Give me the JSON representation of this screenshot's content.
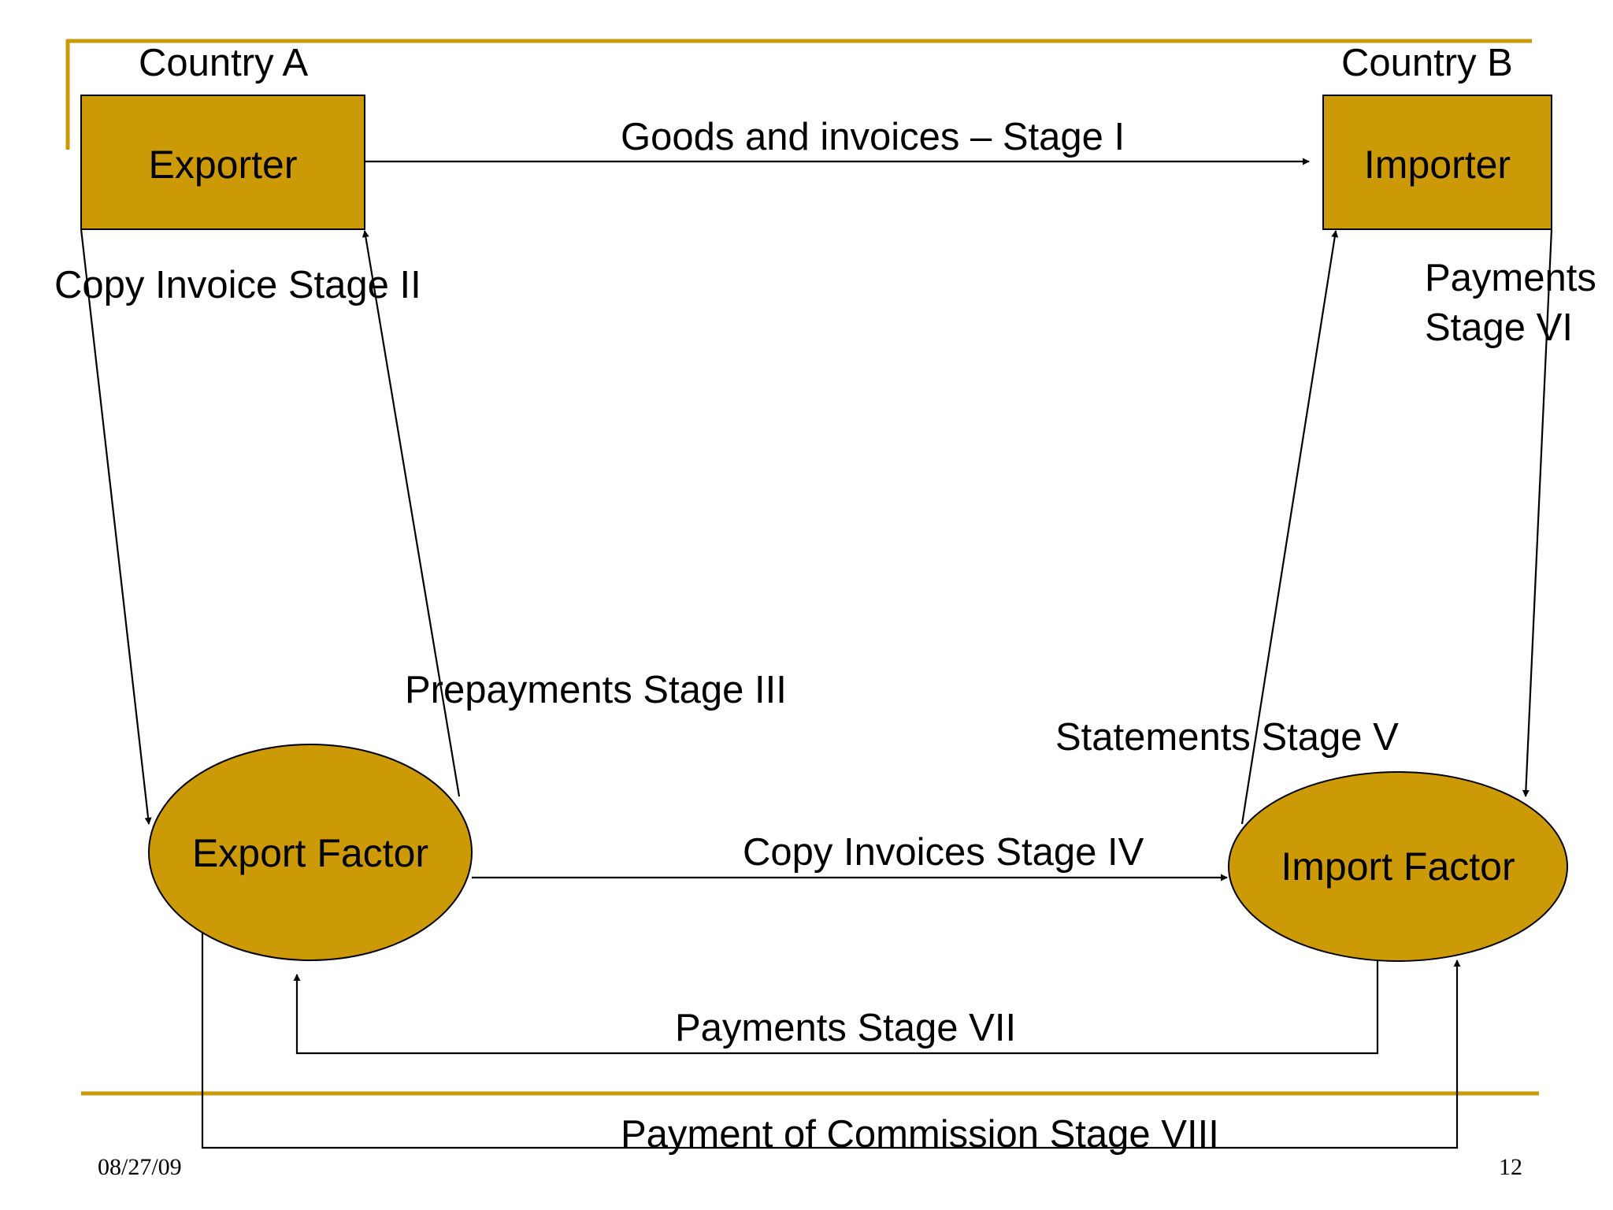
{
  "colors": {
    "accent": "#cc9a06",
    "node_fill": "#cc9a06",
    "stroke": "#000000",
    "background": "#ffffff"
  },
  "regions": {
    "country_a": "Country A",
    "country_b": "Country B"
  },
  "nodes": {
    "exporter": "Exporter",
    "importer": "Importer",
    "export_factor": "Export Factor",
    "import_factor": "Import Factor"
  },
  "edges": {
    "stage_1": "Goods and invoices – Stage I",
    "stage_2": "Copy Invoice Stage II",
    "stage_3": "Prepayments Stage III",
    "stage_4": "Copy Invoices Stage IV",
    "stage_5": "Statements Stage V",
    "stage_6_line1": "Payments",
    "stage_6_line2": "Stage VI",
    "stage_7": "Payments Stage VII",
    "stage_8": "Payment of Commission Stage VIII"
  },
  "footer": {
    "date": "08/27/09",
    "page_number": "12"
  }
}
